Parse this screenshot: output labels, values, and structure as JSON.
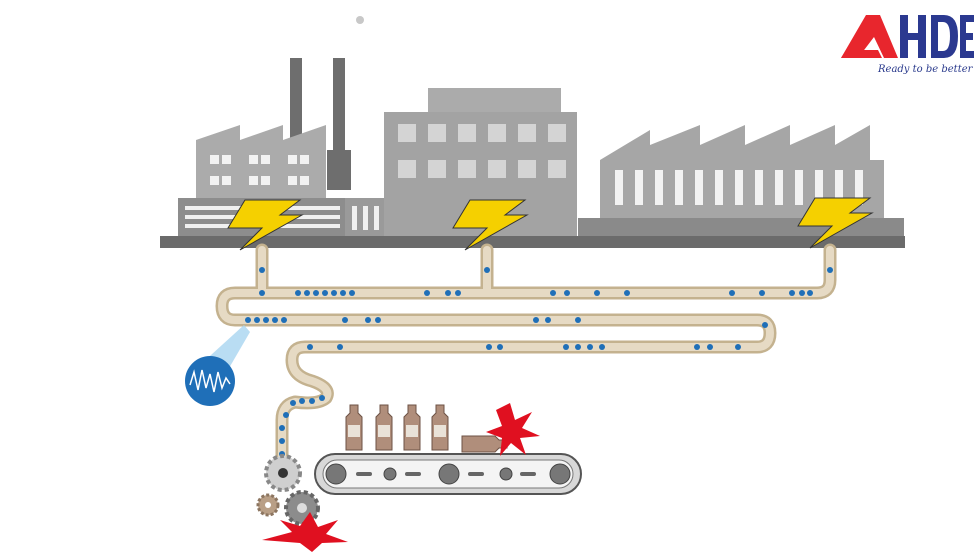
{
  "logo": {
    "text": "AHDE",
    "tagline": "Ready to be better",
    "colors": {
      "a": "#e8262d",
      "hde": "#2b3990"
    }
  },
  "illustration": {
    "icons": [
      "factory-buildings",
      "lightning-bolt-icon",
      "power-line-pipe",
      "power-quality-meter-icon",
      "conveyor-belt",
      "gear-icon",
      "bottle-icon",
      "spark-burst-icon"
    ],
    "colors": {
      "building": "#a9a9a9",
      "building_dark": "#7f7f7f",
      "pipe": "#e4d6bd",
      "dot": "#1f6fb8",
      "bolt": "#f5d000",
      "burst": "#e01020",
      "meter": "#1f6fb8"
    }
  }
}
